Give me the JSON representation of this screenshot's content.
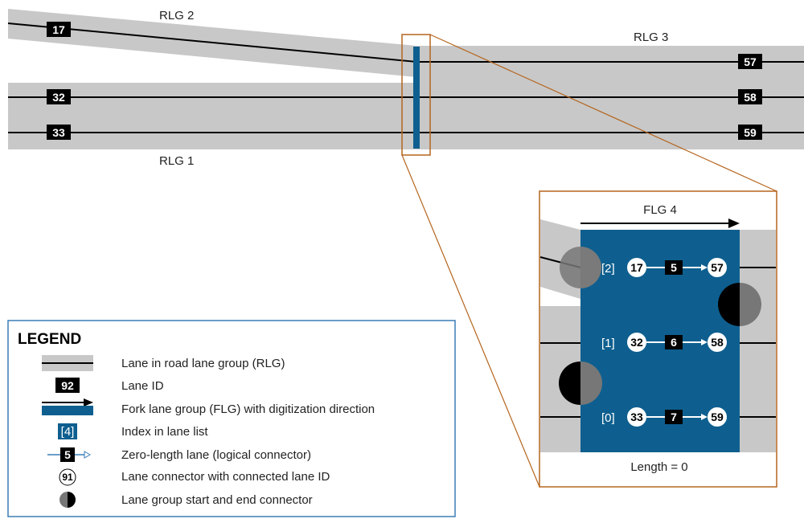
{
  "road": {
    "rlg2_label": "RLG 2",
    "rlg3_label": "RLG 3",
    "rlg1_label": "RLG 1",
    "lane_ids": {
      "l17": "17",
      "l32": "32",
      "l33": "33",
      "l57": "57",
      "l58": "58",
      "l59": "59"
    }
  },
  "zoom": {
    "flg_label": "FLG 4",
    "length_label": "Length = 0",
    "rows": [
      {
        "index": "[2]",
        "from": "17",
        "lane": "5",
        "to": "57"
      },
      {
        "index": "[1]",
        "from": "32",
        "lane": "6",
        "to": "58"
      },
      {
        "index": "[0]",
        "from": "33",
        "lane": "7",
        "to": "59"
      }
    ]
  },
  "legend": {
    "title": "LEGEND",
    "sample_lane_id": "92",
    "sample_index": "[4]",
    "sample_zero_lane": "5",
    "sample_connector": "91",
    "items": [
      "Lane in road lane group (RLG)",
      "Lane ID",
      "Fork lane group (FLG) with digitization direction",
      "Index in lane list",
      "Zero-length lane (logical connector)",
      "Lane connector with connected lane ID",
      "Lane group start and end connector"
    ]
  },
  "colors": {
    "road_gray": "#c8c8c8",
    "flg_blue": "#0e5f8f",
    "outline_orange": "#b5651d",
    "legend_border": "#3a7db5"
  }
}
